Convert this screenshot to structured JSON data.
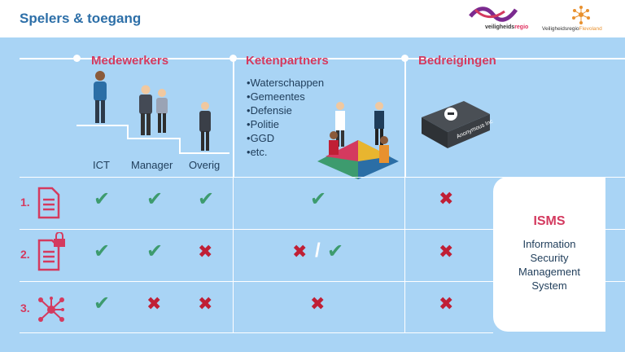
{
  "header": {
    "title": "Spelers & toegang",
    "logo1_text_a": "veiligheids",
    "logo1_text_b": "regio",
    "logo2_text_a": "Veiligheidsregio",
    "logo2_text_b": "Flevoland"
  },
  "columns": {
    "medewerkers": "Medewerkers",
    "ketenpartners": "Ketenpartners",
    "bedreigingen": "Bedreigingen"
  },
  "roles": [
    "ICT",
    "Manager",
    "Overig"
  ],
  "partners": [
    "Waterschappen",
    "Gemeentes",
    "Defensie",
    "Politie",
    "GGD",
    "etc."
  ],
  "threat_label": "Anonymous Inc.",
  "rows": [
    {
      "num": "1.",
      "icon": "document-icon",
      "ict": "check",
      "manager": "check",
      "overig": "check",
      "keten": "check",
      "bedreiging": "cross"
    },
    {
      "num": "2.",
      "icon": "locked-document-icon",
      "ict": "check",
      "manager": "check",
      "overig": "cross",
      "keten": "cross / check",
      "bedreiging": "cross"
    },
    {
      "num": "3.",
      "icon": "network-icon",
      "ict": "check",
      "manager": "cross",
      "overig": "cross",
      "keten": "cross",
      "bedreiging": "cross"
    }
  ],
  "symbols": {
    "check": "✔",
    "cross": "✖",
    "slash": "/"
  },
  "isms": {
    "title": "ISMS",
    "line1": "Information",
    "line2": "Security",
    "line3": "Management",
    "line4": "System"
  },
  "colors": {
    "accent_pink": "#d43a5f",
    "check_green": "#3d9b6e",
    "cross_red": "#c01f35",
    "panel_blue": "#a9d4f5",
    "title_blue": "#2d6fa8"
  }
}
